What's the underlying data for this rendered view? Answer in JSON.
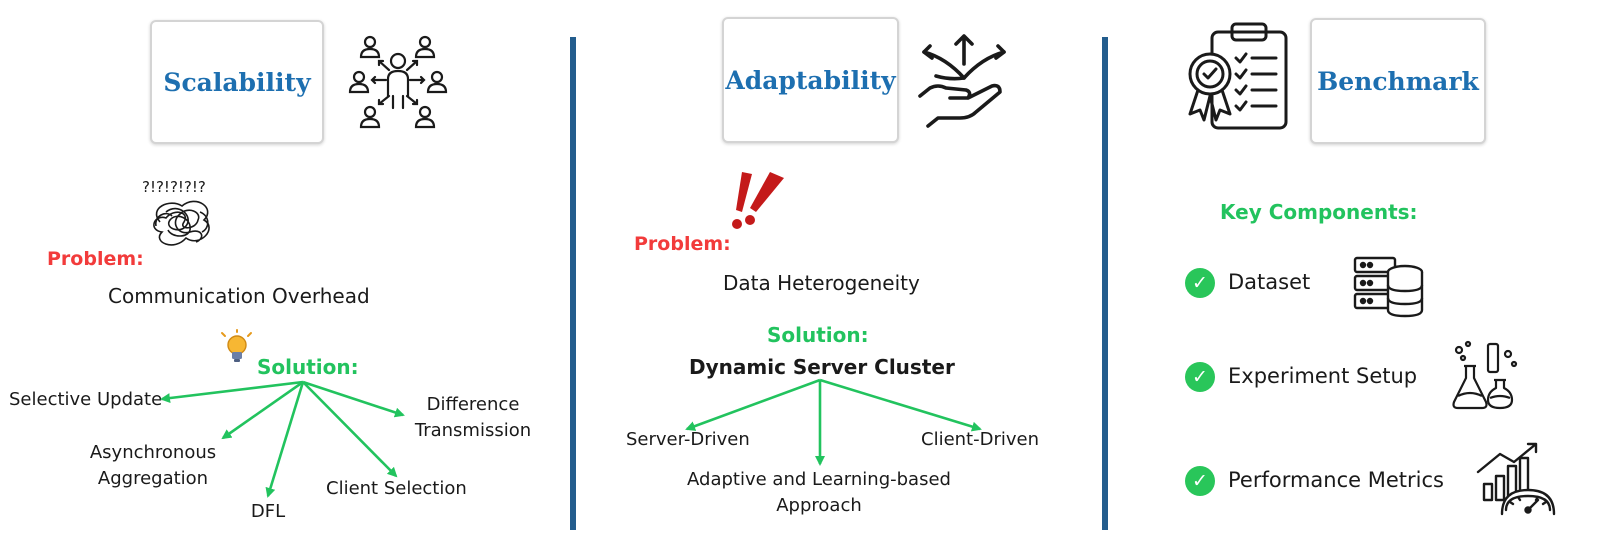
{
  "scalability": {
    "title": "Scalability",
    "problem_label": "Problem:",
    "problem": "Communication Overhead",
    "solution_label": "Solution:",
    "solutions": [
      "Selective Update",
      "Asynchronous\nAggregation",
      "DFL",
      "Client Selection",
      "Difference\nTransmission"
    ]
  },
  "adaptability": {
    "title": "Adaptability",
    "problem_label": "Problem:",
    "problem": "Data Heterogeneity",
    "solution_label": "Solution:",
    "solution": "Dynamic Server Cluster",
    "branches": [
      "Server-Driven",
      "Adaptive and Learning-based\nApproach",
      "Client-Driven"
    ]
  },
  "benchmark": {
    "title": "Benchmark",
    "key_label": "Key Components:",
    "components": [
      "Dataset",
      "Experiment Setup",
      "Performance Metrics"
    ]
  },
  "colors": {
    "title_blue": "#1d6fb0",
    "problem_red": "#f23b3b",
    "solution_green": "#22c35e",
    "divider_blue": "#235d8d"
  },
  "icons": [
    "network-people-icon",
    "tangled-thoughts-icon",
    "lightbulb-icon",
    "hand-arrows-icon",
    "exclamation-icon",
    "certificate-clipboard-icon",
    "database-icon",
    "lab-flasks-icon",
    "gauge-chart-icon",
    "check-icon"
  ]
}
